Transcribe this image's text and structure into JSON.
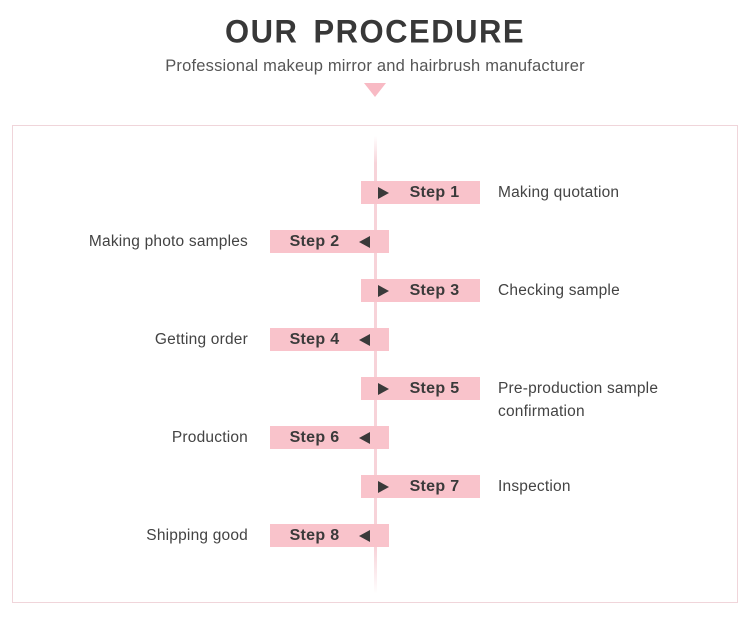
{
  "header": {
    "title": "OUR PROCEDURE",
    "subtitle": "Professional makeup mirror and hairbrush manufacturer"
  },
  "icons": {
    "header_arrow": "triangle-down",
    "right_step_arrow": "triangle-right",
    "left_step_arrow": "triangle-left"
  },
  "colors": {
    "step_box_pink": "#f9c3cb",
    "timeline_pink": "#f7d3d9",
    "header_triangle_pink": "#f8bac4",
    "panel_border_pink": "#f0d5da",
    "title_text": "#383838",
    "subtitle_text": "#565656",
    "label_text": "#434343",
    "arrow_dark": "#3a3a3a"
  },
  "steps": [
    {
      "step_label": "Step 1",
      "side": "right",
      "description": "Making quotation"
    },
    {
      "step_label": "Step 2",
      "side": "left",
      "description": "Making photo samples"
    },
    {
      "step_label": "Step 3",
      "side": "right",
      "description": "Checking sample"
    },
    {
      "step_label": "Step 4",
      "side": "left",
      "description": "Getting order"
    },
    {
      "step_label": "Step 5",
      "side": "right",
      "description": "Pre-production sample confirmation"
    },
    {
      "step_label": "Step 6",
      "side": "left",
      "description": "Production"
    },
    {
      "step_label": "Step 7",
      "side": "right",
      "description": "Inspection"
    },
    {
      "step_label": "Step 8",
      "side": "left",
      "description": "Shipping good"
    }
  ]
}
